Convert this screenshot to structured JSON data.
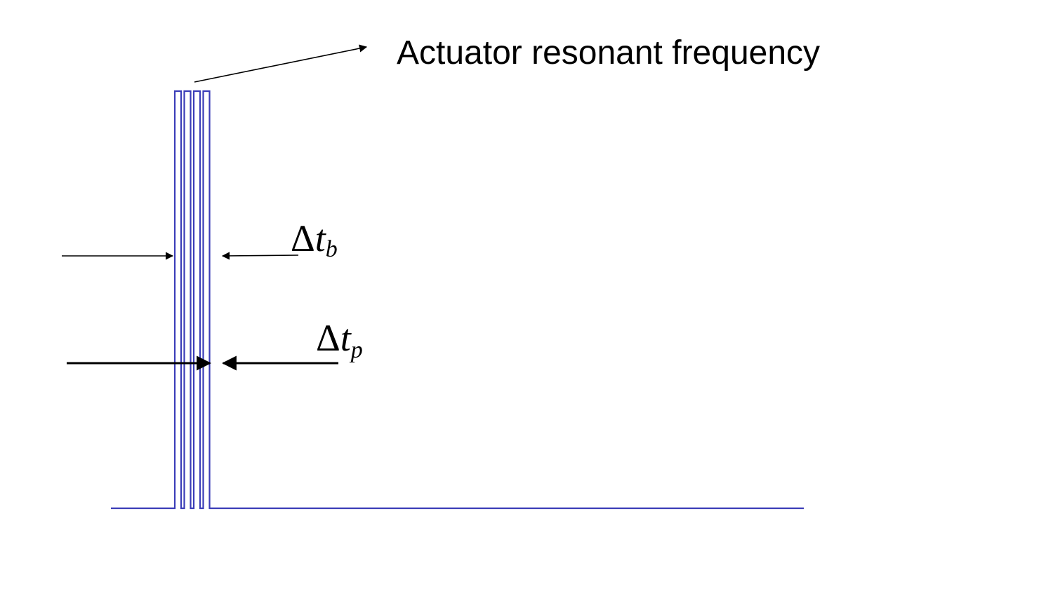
{
  "diagram": {
    "annotation_label": "Actuator resonant frequency",
    "burst_duration": {
      "symbol": "Δ",
      "variable": "t",
      "subscript": "b"
    },
    "pulse_period": {
      "symbol": "Δ",
      "variable": "t",
      "subscript": "p"
    }
  },
  "colors": {
    "waveform": "#3b3db8",
    "annotation": "#000000",
    "background": "#ffffff"
  },
  "waveform": {
    "pulse_count": 4
  }
}
